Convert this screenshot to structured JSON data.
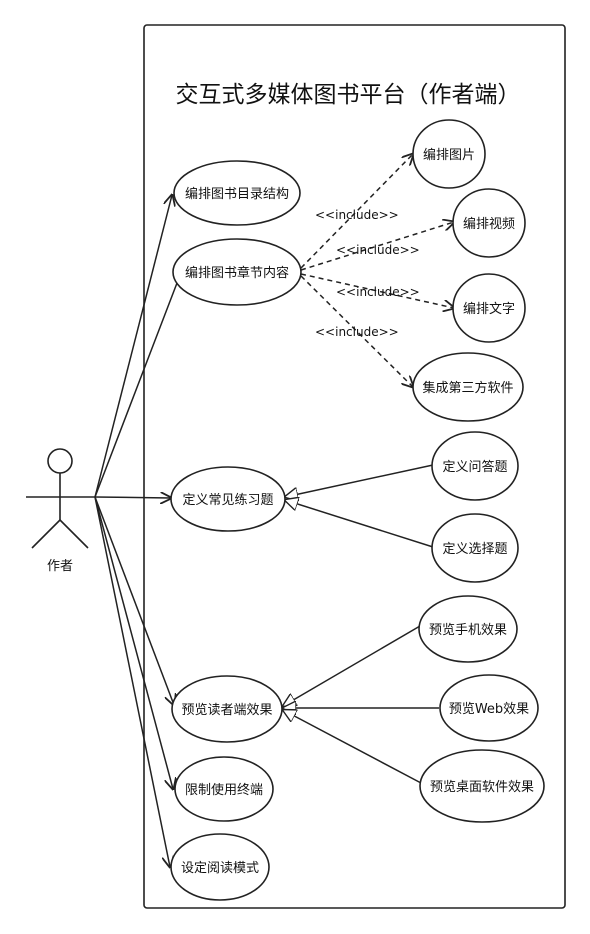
{
  "system": {
    "title": "交互式多媒体图书平台（作者端）"
  },
  "actor": {
    "label": "作者"
  },
  "use_cases": {
    "toc": "编排图书目录结构",
    "chapter": "编排图书章节内容",
    "exercise": "定义常见练习题",
    "preview": "预览读者端效果",
    "terminal": "限制使用终端",
    "reading_mode": "设定阅读模式",
    "image": "编排图片",
    "video": "编排视频",
    "text": "编排文字",
    "third_party": "集成第三方软件",
    "qa": "定义问答题",
    "choice": "定义选择题",
    "mobile": "预览手机效果",
    "web": "预览Web效果",
    "desktop": "预览桌面软件效果"
  },
  "include_labels": {
    "image": "<<include>>",
    "video": "<<include>>",
    "text": "<<include>>",
    "third_party": "<<include>>"
  }
}
